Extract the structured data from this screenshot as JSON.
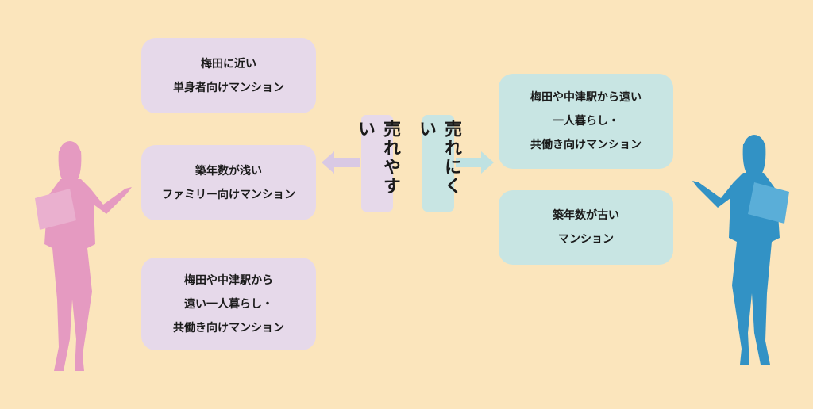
{
  "left_column": {
    "label": "売れやすい",
    "items": [
      {
        "lines": [
          "梅田に近い",
          "単身者向けマンション"
        ]
      },
      {
        "lines": [
          "築年数が浅い",
          "ファミリー向けマンション"
        ]
      },
      {
        "lines": [
          "梅田や中津駅から",
          "遠い一人暮らし・",
          "共働き向けマンション"
        ]
      }
    ]
  },
  "right_column": {
    "label": "売れにくい",
    "items": [
      {
        "lines": [
          "梅田や中津駅から遠い",
          "一人暮らし・",
          "共働き向けマンション"
        ]
      },
      {
        "lines": [
          "築年数が古い",
          "マンション"
        ]
      }
    ]
  },
  "colors": {
    "background": "#fbe5bc",
    "left_box": "#e6d9ea",
    "right_box": "#c8e5e3",
    "left_figure": "#e59ac1",
    "right_figure": "#3292c5",
    "left_arrow": "#d9c9e4",
    "right_arrow": "#bfe2e2"
  },
  "icons": [
    "businesswoman-presenting-icon",
    "arrow-left-icon",
    "arrow-right-icon"
  ]
}
